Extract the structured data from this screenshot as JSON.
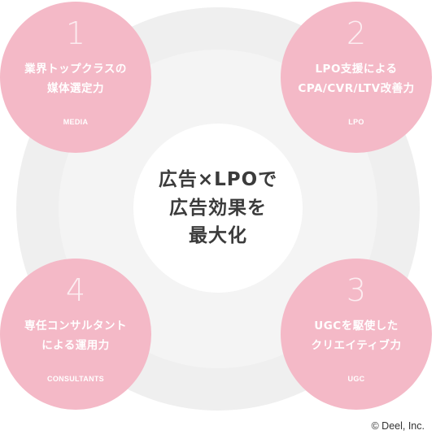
{
  "center": {
    "line1": "広告×LPOで",
    "line2": "広告効果を",
    "line3": "最大化"
  },
  "items": [
    {
      "number": "1",
      "line1": "業界トップクラスの",
      "line2": "媒体選定力",
      "tag": "MEDIA"
    },
    {
      "number": "2",
      "line1": "LPO支援による",
      "line2": "CPA/CVR/LTV改善力",
      "tag": "LPO"
    },
    {
      "number": "3",
      "line1": "UGCを駆使した",
      "line2": "クリエイティブ力",
      "tag": "UGC"
    },
    {
      "number": "4",
      "line1": "専任コンサルタント",
      "line2": "による運用力",
      "tag": "CONSULTANTS"
    }
  ],
  "copyright": "© Deel, Inc.",
  "colors": {
    "petal": "#f4b9c7",
    "ring": "#efefef",
    "center_text": "#3b3b3b"
  }
}
